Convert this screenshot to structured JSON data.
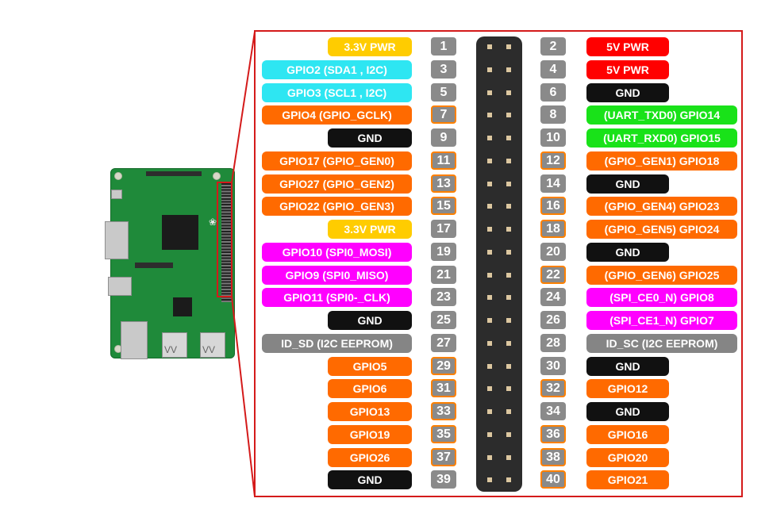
{
  "colors": {
    "power33": "#ffcc00",
    "power5": "#ff0000",
    "ground": "#111111",
    "i2c": "#2ee6f2",
    "gpio": "#ff6a00",
    "uart": "#19e219",
    "spi": "#ff00ff",
    "eeprom": "#858585",
    "pin_number": "#8a8a8a",
    "highlight": "#d41a1a"
  },
  "pins": [
    {
      "n": "1",
      "label": "3.3V PWR",
      "type": "power33",
      "gpio_ring": false
    },
    {
      "n": "2",
      "label": "5V PWR",
      "type": "power5",
      "gpio_ring": false
    },
    {
      "n": "3",
      "label": "GPIO2 (SDA1 , I2C)",
      "type": "i2c",
      "gpio_ring": false
    },
    {
      "n": "4",
      "label": "5V PWR",
      "type": "power5",
      "gpio_ring": false
    },
    {
      "n": "5",
      "label": "GPIO3 (SCL1 , I2C)",
      "type": "i2c",
      "gpio_ring": false
    },
    {
      "n": "6",
      "label": "GND",
      "type": "ground",
      "gpio_ring": false
    },
    {
      "n": "7",
      "label": "GPIO4 (GPIO_GCLK)",
      "type": "gpio",
      "gpio_ring": true
    },
    {
      "n": "8",
      "label": "(UART_TXD0) GPIO14",
      "type": "uart",
      "gpio_ring": false
    },
    {
      "n": "9",
      "label": "GND",
      "type": "ground",
      "gpio_ring": false
    },
    {
      "n": "10",
      "label": "(UART_RXD0) GPIO15",
      "type": "uart",
      "gpio_ring": false
    },
    {
      "n": "11",
      "label": "GPIO17 (GPIO_GEN0)",
      "type": "gpio",
      "gpio_ring": true
    },
    {
      "n": "12",
      "label": "(GPIO_GEN1) GPIO18",
      "type": "gpio",
      "gpio_ring": true
    },
    {
      "n": "13",
      "label": "GPIO27 (GPIO_GEN2)",
      "type": "gpio",
      "gpio_ring": true
    },
    {
      "n": "14",
      "label": "GND",
      "type": "ground",
      "gpio_ring": false
    },
    {
      "n": "15",
      "label": "GPIO22 (GPIO_GEN3)",
      "type": "gpio",
      "gpio_ring": true
    },
    {
      "n": "16",
      "label": "(GPIO_GEN4) GPIO23",
      "type": "gpio",
      "gpio_ring": true
    },
    {
      "n": "17",
      "label": "3.3V PWR",
      "type": "power33",
      "gpio_ring": false
    },
    {
      "n": "18",
      "label": "(GPIO_GEN5) GPIO24",
      "type": "gpio",
      "gpio_ring": true
    },
    {
      "n": "19",
      "label": "GPIO10 (SPI0_MOSI)",
      "type": "spi",
      "gpio_ring": false
    },
    {
      "n": "20",
      "label": "GND",
      "type": "ground",
      "gpio_ring": false
    },
    {
      "n": "21",
      "label": "GPIO9 (SPI0_MISO)",
      "type": "spi",
      "gpio_ring": false
    },
    {
      "n": "22",
      "label": "(GPIO_GEN6) GPIO25",
      "type": "gpio",
      "gpio_ring": true
    },
    {
      "n": "23",
      "label": "GPIO11 (SPI0-_CLK)",
      "type": "spi",
      "gpio_ring": false
    },
    {
      "n": "24",
      "label": "(SPI_CE0_N) GPIO8",
      "type": "spi",
      "gpio_ring": false
    },
    {
      "n": "25",
      "label": "GND",
      "type": "ground",
      "gpio_ring": false
    },
    {
      "n": "26",
      "label": "(SPI_CE1_N) GPIO7",
      "type": "spi",
      "gpio_ring": false
    },
    {
      "n": "27",
      "label": "ID_SD (I2C EEPROM)",
      "type": "eeprom",
      "gpio_ring": false
    },
    {
      "n": "28",
      "label": "ID_SC (I2C EEPROM)",
      "type": "eeprom",
      "gpio_ring": false
    },
    {
      "n": "29",
      "label": "GPIO5",
      "type": "gpio",
      "gpio_ring": true
    },
    {
      "n": "30",
      "label": "GND",
      "type": "ground",
      "gpio_ring": false
    },
    {
      "n": "31",
      "label": "GPIO6",
      "type": "gpio",
      "gpio_ring": true
    },
    {
      "n": "32",
      "label": "GPIO12",
      "type": "gpio",
      "gpio_ring": true
    },
    {
      "n": "33",
      "label": "GPIO13",
      "type": "gpio",
      "gpio_ring": true
    },
    {
      "n": "34",
      "label": "GND",
      "type": "ground",
      "gpio_ring": false
    },
    {
      "n": "35",
      "label": "GPIO19",
      "type": "gpio",
      "gpio_ring": true
    },
    {
      "n": "36",
      "label": "GPIO16",
      "type": "gpio",
      "gpio_ring": true
    },
    {
      "n": "37",
      "label": "GPIO26",
      "type": "gpio",
      "gpio_ring": true
    },
    {
      "n": "38",
      "label": "GPIO20",
      "type": "gpio",
      "gpio_ring": true
    },
    {
      "n": "39",
      "label": "GND",
      "type": "ground",
      "gpio_ring": false
    },
    {
      "n": "40",
      "label": "GPIO21",
      "type": "gpio",
      "gpio_ring": true
    }
  ]
}
